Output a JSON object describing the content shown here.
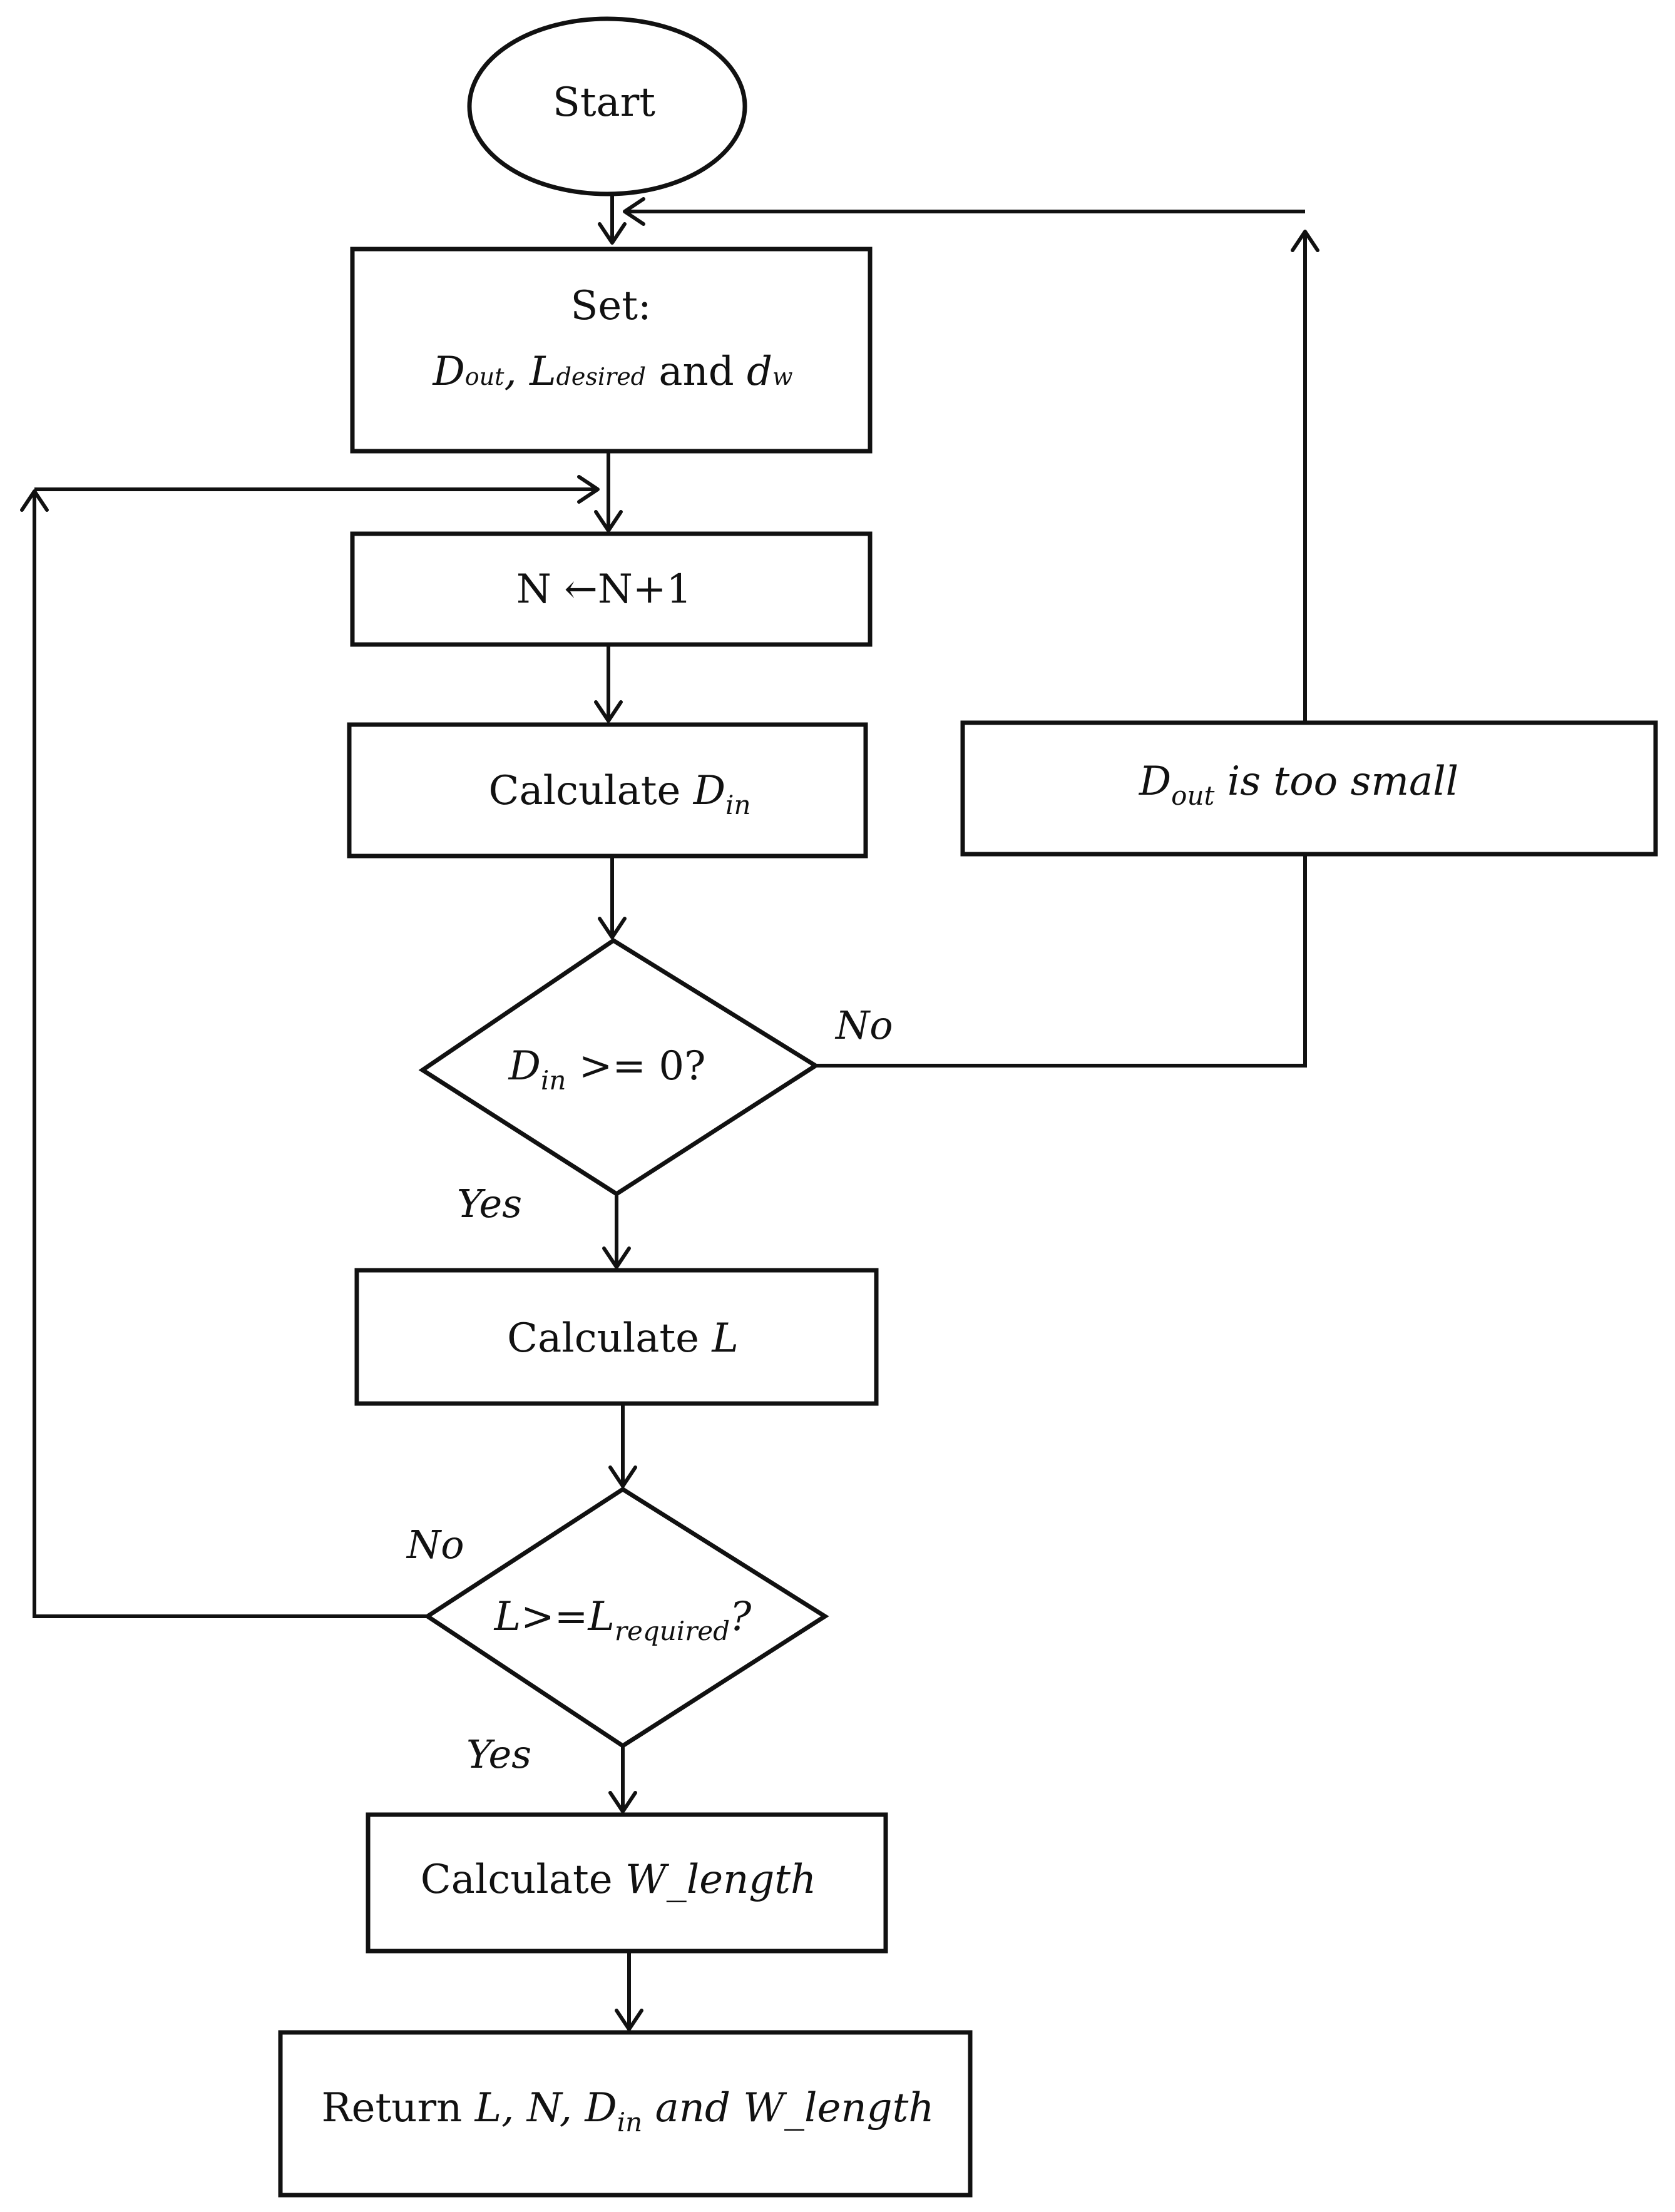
{
  "nodes": {
    "start": {
      "label": "Start"
    },
    "set": {
      "line1": "Set:",
      "d_out_main": "D",
      "d_out_sub": "out",
      "sep": ", ",
      "l_main": "L",
      "l_sub": "desired",
      "and": " and ",
      "d_w_main": "d",
      "d_w_sub": "w"
    },
    "increment": {
      "label": "N ←N+1"
    },
    "calc_din": {
      "prefix": "Calculate ",
      "main": "D",
      "sub": "in"
    },
    "check_din": {
      "main": "D",
      "sub": "in",
      "rest": " >= 0?"
    },
    "too_small": {
      "main": "D",
      "sub": "out",
      "rest": " is too small"
    },
    "calc_l": {
      "prefix": "Calculate ",
      "var": "L"
    },
    "check_l": {
      "pre": "L>=L",
      "sub": "required",
      "post": "?"
    },
    "calc_w": {
      "prefix": "Calculate ",
      "var": "W_length"
    },
    "return": {
      "prefix": "Return ",
      "vars": "L, N, D",
      "sub": "in",
      "and": " and ",
      "last": "W_length"
    }
  },
  "edges": {
    "din_no": "No",
    "din_yes": "Yes",
    "l_no": "No",
    "l_yes": "Yes"
  }
}
